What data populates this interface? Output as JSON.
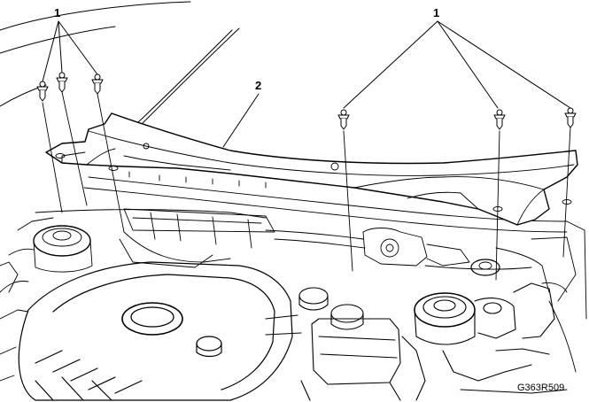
{
  "callouts": {
    "fastener_left": "1",
    "fastener_right": "1",
    "cowl_panel": "2"
  },
  "figure_code": "G363R509",
  "colors": {
    "line": "#000000",
    "fill": "#ffffff"
  },
  "icons": {
    "push_pin_retainer": "push-pin-retainer-icon"
  }
}
